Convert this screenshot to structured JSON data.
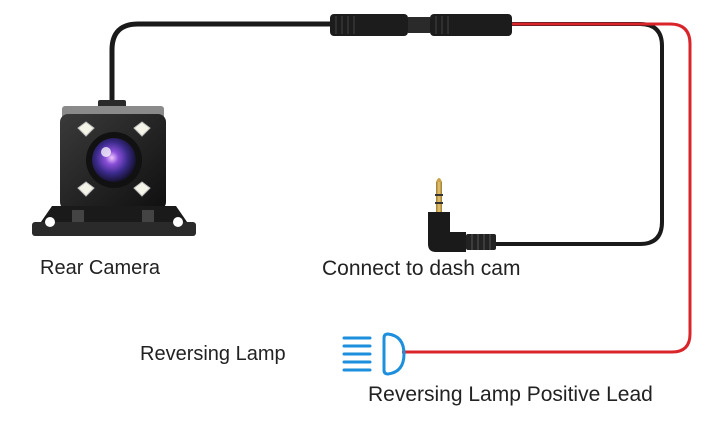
{
  "labels": {
    "rear_camera": "Rear Camera",
    "connect_dash_cam": "Connect to dash cam",
    "reversing_lamp": "Reversing Lamp",
    "positive_lead": "Reversing Lamp Positive Lead"
  },
  "colors": {
    "black_wire": "#1a1a1a",
    "red_wire": "#d9252a",
    "lamp_icon": "#1e8fdc",
    "text": "#222222",
    "gold_plug": "#c9a24a"
  },
  "icons": [
    "rear-camera-icon",
    "audio-jack-plug-icon",
    "reversing-lamp-icon",
    "inline-connector-icon"
  ]
}
